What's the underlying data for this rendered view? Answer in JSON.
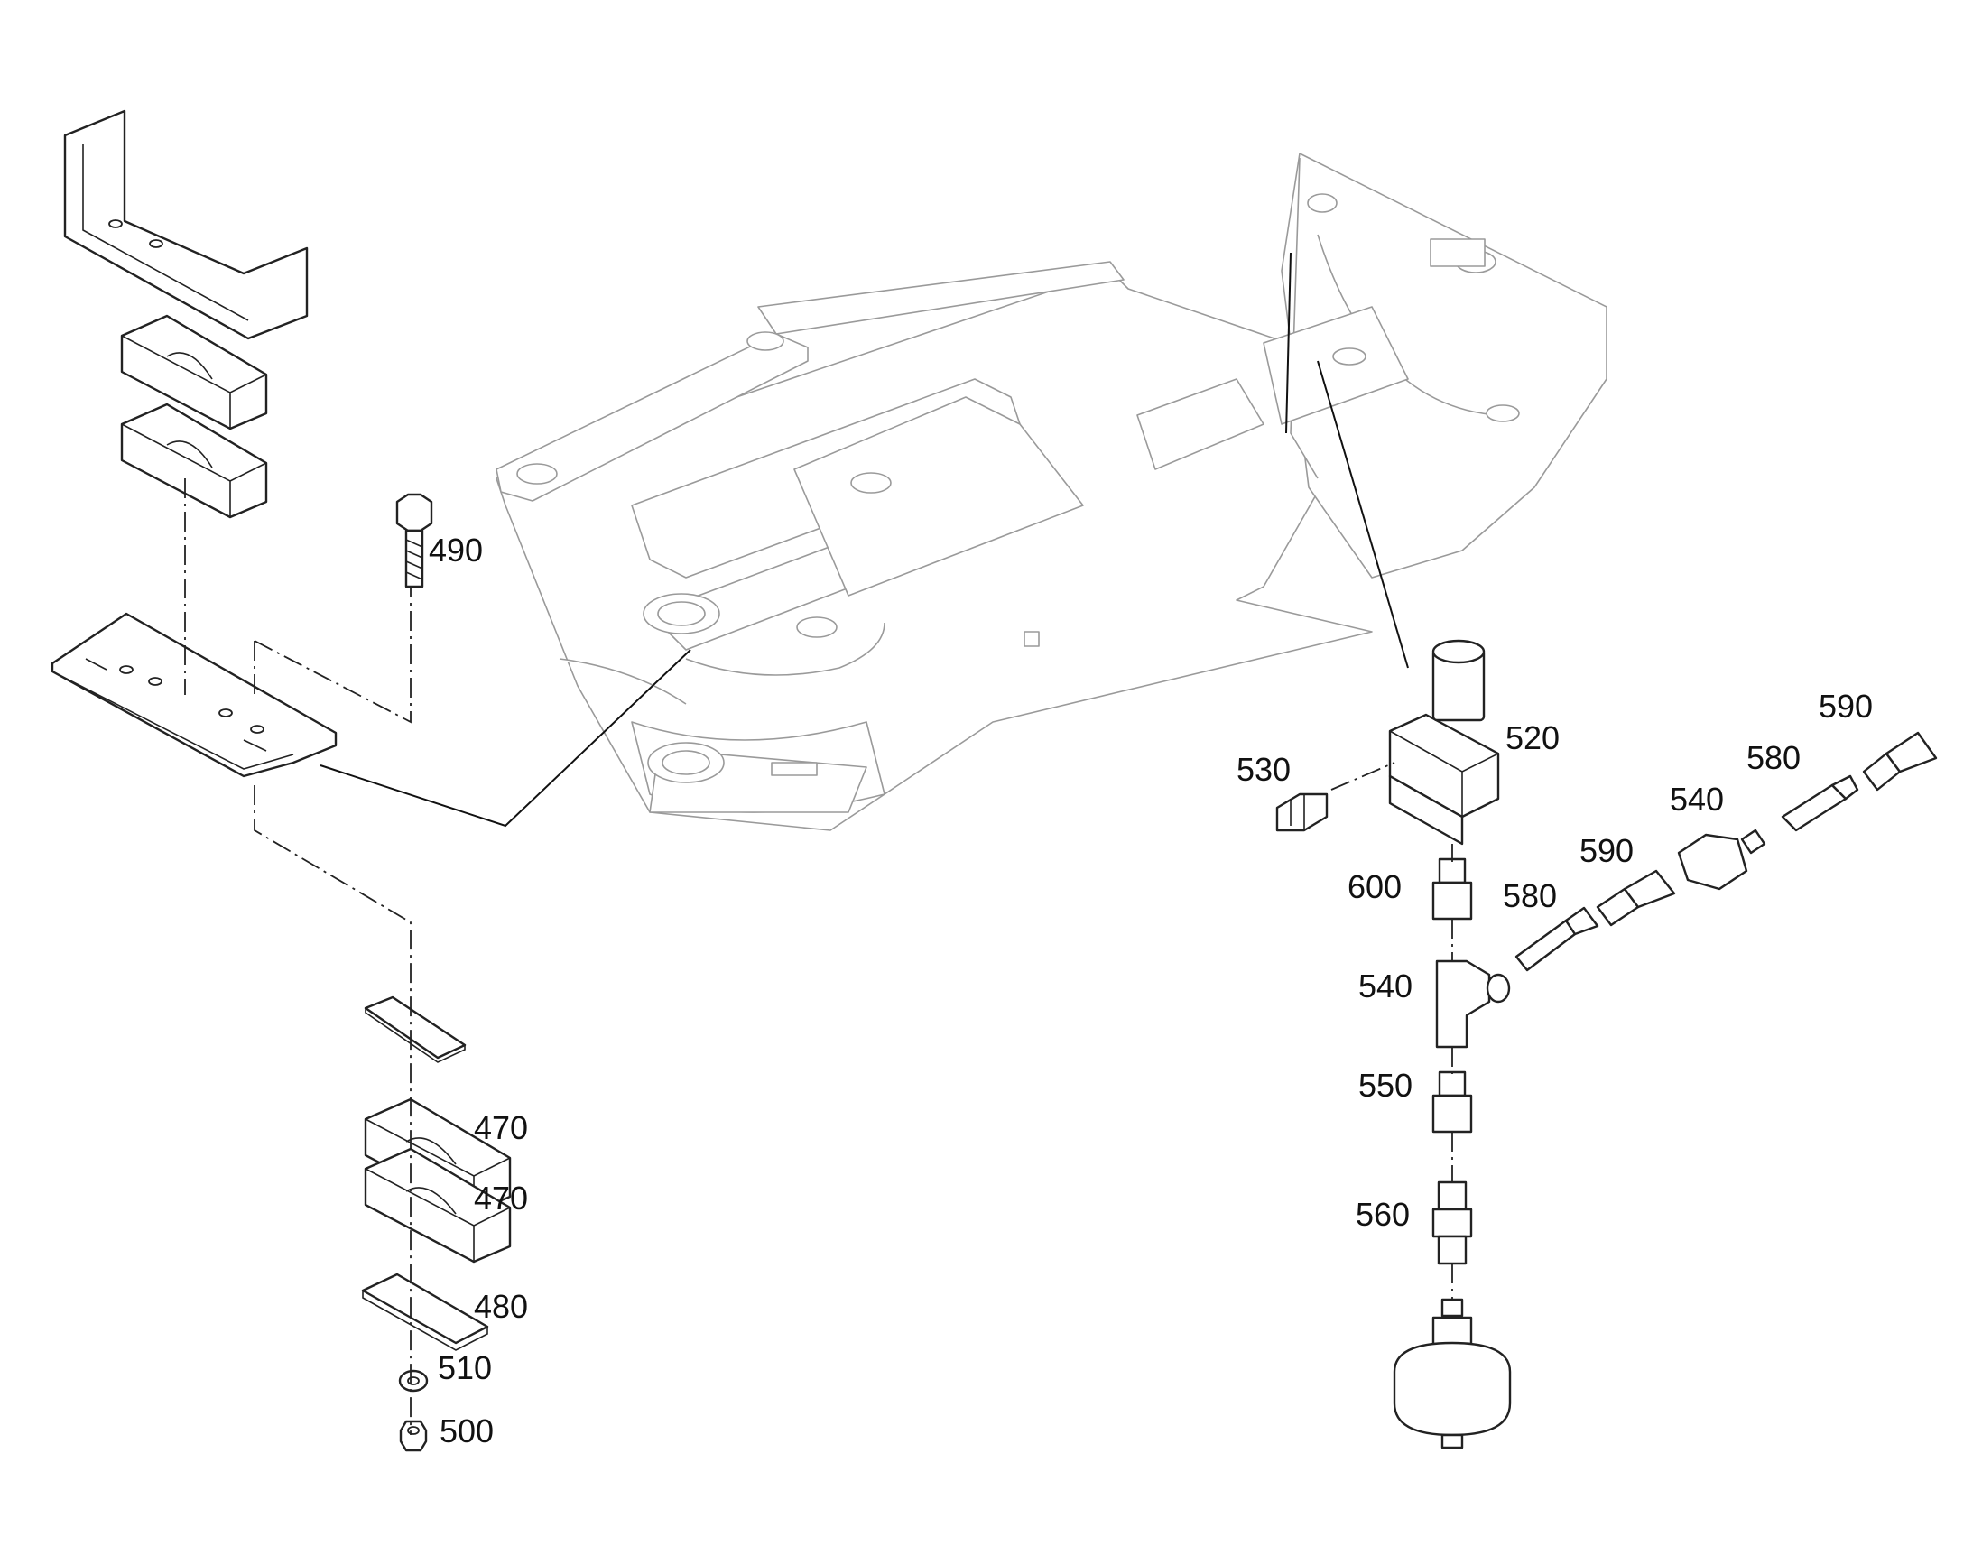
{
  "callouts": {
    "c470a": "470",
    "c470b": "470",
    "c480": "480",
    "c490": "490",
    "c500": "500",
    "c510": "510",
    "c520": "520",
    "c530": "530",
    "c540a": "540",
    "c540b": "540",
    "c550": "550",
    "c560": "560",
    "c580a": "580",
    "c580b": "580",
    "c590a": "590",
    "c590b": "590",
    "c600": "600"
  }
}
